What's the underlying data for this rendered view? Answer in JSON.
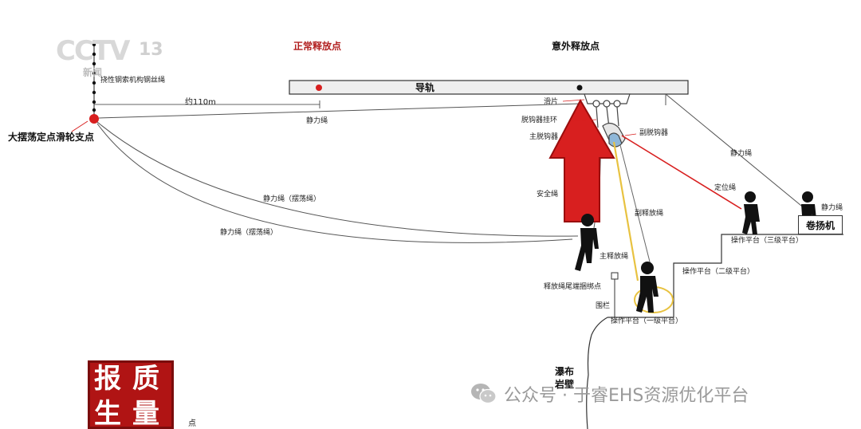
{
  "logos": {
    "channel": "CCTV",
    "channel_number": "13",
    "channel_sub": "新闻",
    "show": [
      "报",
      "质",
      "生",
      "量"
    ]
  },
  "labels": {
    "rail": "导轨",
    "normal_release": "正常释放点",
    "accident_release": "意外释放点",
    "pivot": "大摆荡定点滑轮支点",
    "flex_wire": "挠性钢索机构钢丝绳",
    "distance": "约110m",
    "static_rope_top": "静力绳",
    "slider": "滑片",
    "hook_ring": "脱钩器挂环",
    "main_hook": "主脱钩器",
    "aux_hook": "副脱钩器",
    "static_rope_right": "静力绳",
    "position_rope": "定位绳",
    "static_rope_winch": "静力绳",
    "winch": "卷扬机",
    "swing_rope_1": "静力绳（摆荡绳）",
    "swing_rope_2": "静力绳（摆荡绳）",
    "safety_rope": "安全绳",
    "aux_release_rope": "副释放绳",
    "main_release_rope": "主释放绳",
    "tail_point": "释放绳尾端捆绑点",
    "fence": "围栏",
    "platform_1": "操作平台（一级平台）",
    "platform_2": "操作平台（二级平台）",
    "platform_3": "操作平台（三级平台）",
    "waterfall_1": "瀑布",
    "waterfall_2": "岩壁",
    "bottom_cut": "点"
  },
  "watermark": {
    "text": "公众号 · 于睿EHS资源优化平台"
  },
  "colors": {
    "red": "#d81f1f",
    "dark_red": "#9a0d0d",
    "rope_yellow": "#e8c240",
    "rail_fill": "#efefef",
    "line": "#555555"
  }
}
